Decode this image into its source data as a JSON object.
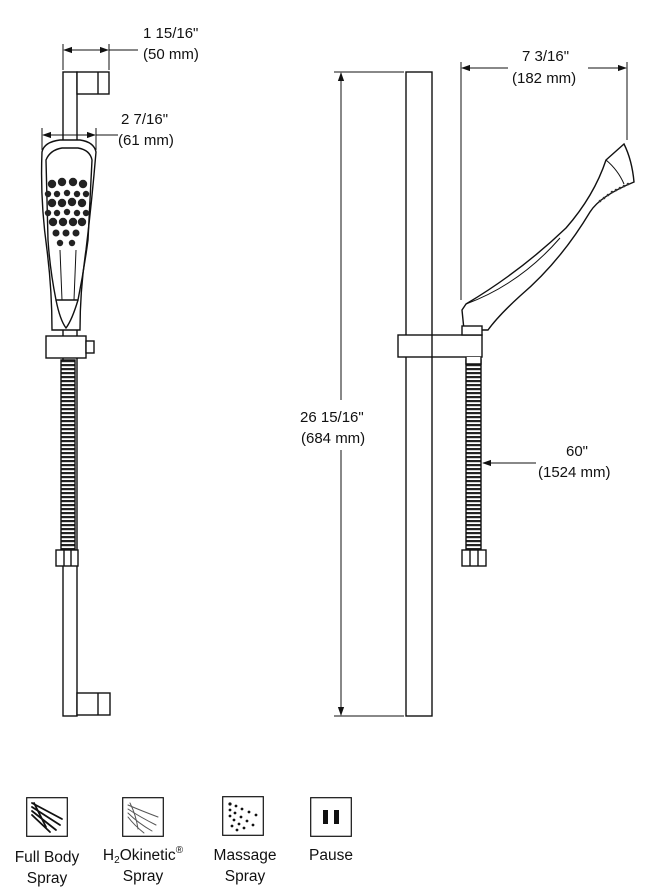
{
  "dimensions": {
    "bracket_depth": {
      "imperial": "1 15/16\"",
      "metric": "(50 mm)"
    },
    "handshower_width": {
      "imperial": "2 7/16\"",
      "metric": "(61 mm)"
    },
    "handshower_reach": {
      "imperial": "7 3/16\"",
      "metric": "(182 mm)"
    },
    "bar_height": {
      "imperial": "26 15/16\"",
      "metric": "(684 mm)"
    },
    "hose_length": {
      "imperial": "60\"",
      "metric": "(1524 mm)"
    }
  },
  "spray_modes": [
    {
      "icon": "full-body-spray-icon",
      "line1": "Full Body",
      "line2": "Spray"
    },
    {
      "icon": "h2okinetic-spray-icon",
      "line1_a": "H",
      "line1_sub": "2",
      "line1_b": "Okinetic",
      "line1_sup": "®",
      "line2": "Spray"
    },
    {
      "icon": "massage-spray-icon",
      "line1": "Massage",
      "line2": "Spray"
    },
    {
      "icon": "pause-icon",
      "line1": "Pause"
    }
  ]
}
